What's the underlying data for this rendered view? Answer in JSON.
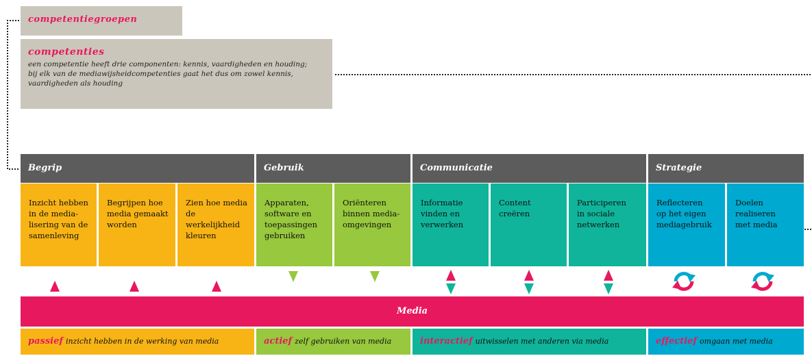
{
  "legend": {
    "groups_label": "competentiegroepen",
    "competencies_title": "competenties",
    "competencies_desc_lines": [
      "een competentie heeft drie componenten: kennis, vaardigheden en houding;",
      "bij elk van de mediawijsheidcompetenties gaat het dus om zowel kennis,",
      "vaardigheden als houding"
    ]
  },
  "groups": [
    {
      "title": "Begrip",
      "color": "#f8b415",
      "cells": [
        {
          "lines": [
            "Inzicht hebben",
            "in de media-",
            "lisering van de",
            "samenleving"
          ]
        },
        {
          "lines": [
            "Begrijpen hoe",
            "media gemaakt",
            "worden"
          ]
        },
        {
          "lines": [
            "Zien hoe media",
            "de werkelijkheid",
            "kleuren"
          ]
        }
      ]
    },
    {
      "title": "Gebruik",
      "color": "#97c83d",
      "cells": [
        {
          "lines": [
            "Apparaten,",
            "software en",
            "toepassingen",
            "gebruiken"
          ]
        },
        {
          "lines": [
            "Oriënteren",
            "binnen media-",
            "omgevingen"
          ]
        }
      ]
    },
    {
      "title": "Communicatie",
      "color": "#0fb49b",
      "cells": [
        {
          "lines": [
            "Informatie",
            "vinden en",
            "verwerken"
          ]
        },
        {
          "lines": [
            "Content creëren"
          ]
        },
        {
          "lines": [
            "Participeren",
            "in sociale",
            "netwerken"
          ]
        }
      ]
    },
    {
      "title": "Strategie",
      "color": "#00a9cf",
      "cells": [
        {
          "lines": [
            "Reflecteren",
            "op het eigen",
            "mediagebruik"
          ]
        },
        {
          "lines": [
            "Doelen",
            "realiseren",
            "met media"
          ]
        }
      ]
    }
  ],
  "arrow_types": [
    "up",
    "up",
    "up",
    "down",
    "down",
    "updown",
    "updown",
    "updown",
    "cycle",
    "cycle"
  ],
  "media_label": "Media",
  "footer": [
    {
      "keyword": "passief",
      "text": "inzicht hebben in de werking van media"
    },
    {
      "keyword": "actief",
      "text": "zelf gebruiken van media"
    },
    {
      "keyword": "interactief",
      "text": "uitwisselen met anderen via media"
    },
    {
      "keyword": "effectief",
      "text": "omgaan met media"
    }
  ],
  "colors": {
    "pink": "#e8185e",
    "header_grey": "#5d5c5c",
    "legend_grey": "#cbc6bb",
    "up_arrow": "#e8185e",
    "down_arrow": "#97c83d",
    "updown_bottom": "#0fb49b",
    "cycle_a": "#e8185e",
    "cycle_b": "#00a9cf"
  }
}
